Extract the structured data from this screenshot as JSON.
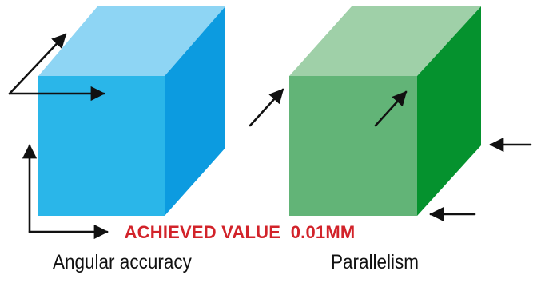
{
  "headline": {
    "label": "ACHIEVED VALUE",
    "value": "0.01MM",
    "color": "#d2232a"
  },
  "captions": {
    "left": "Angular accuracy",
    "right": "Parallelism"
  },
  "cubes": {
    "angular": {
      "front_color": "#2ab6e9",
      "top_color": "#8ed5f4",
      "side_color": "#0c9be0"
    },
    "parallel": {
      "front_color": "#62b477",
      "top_color": "#9fd0a8",
      "side_color": "#05922e"
    }
  },
  "arrow_color": "#111111"
}
